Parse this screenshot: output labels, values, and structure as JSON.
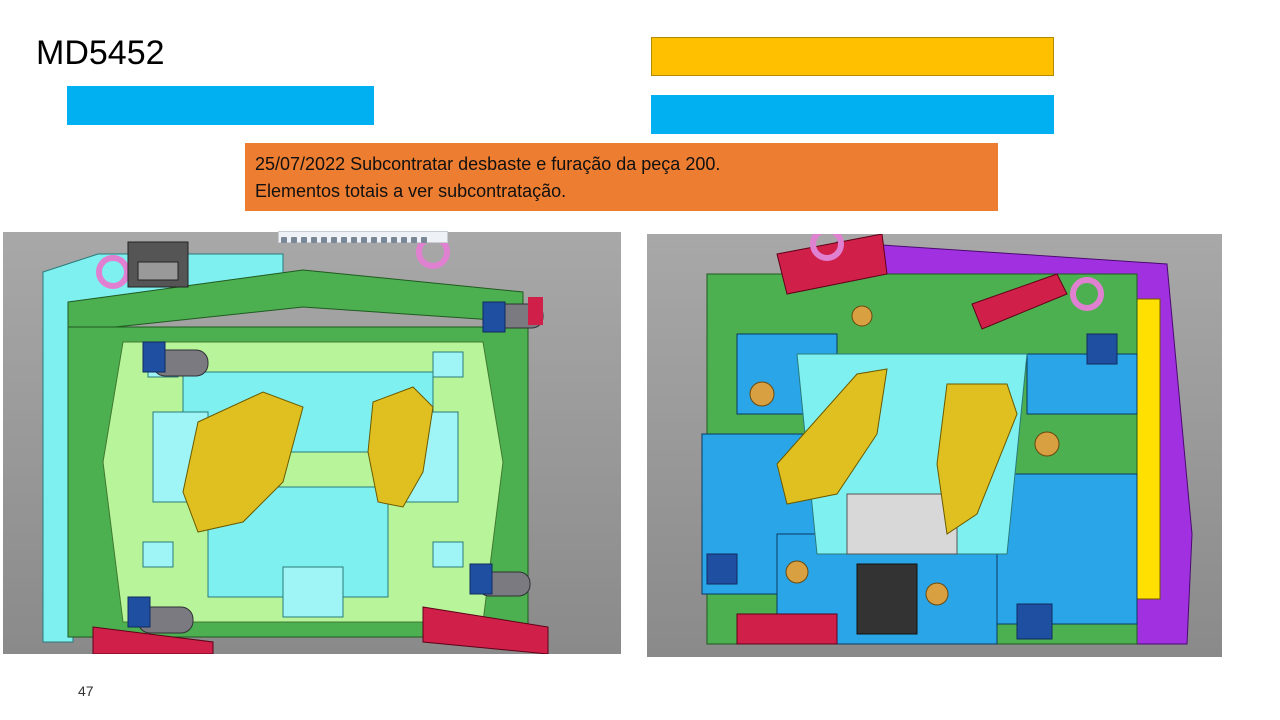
{
  "slide": {
    "title": "MD5452",
    "note_lines": [
      "25/07/2022 Subcontratar desbaste e furação da peça 200.",
      "Elementos totais a ver subcontratação."
    ],
    "page_number": "47"
  },
  "colors": {
    "bar_blue": "#00b0f0",
    "bar_yellow": "#ffc000",
    "note_orange": "#ed7d31",
    "cad_background": "#9a9a9a",
    "mold_green": "#4caf50",
    "mold_light_green": "#b8f59a",
    "mold_cyan": "#7ff0f0",
    "mold_blue": "#2aa6e8",
    "part_yellow": "#e0c020",
    "plate_purple": "#a030e0",
    "rail_red": "#d0204a",
    "eyebolt_pink": "#e080d0"
  },
  "icons": {
    "toolbar": "cad-toolbar-icons",
    "eyebolt": "eyebolt-icon"
  }
}
